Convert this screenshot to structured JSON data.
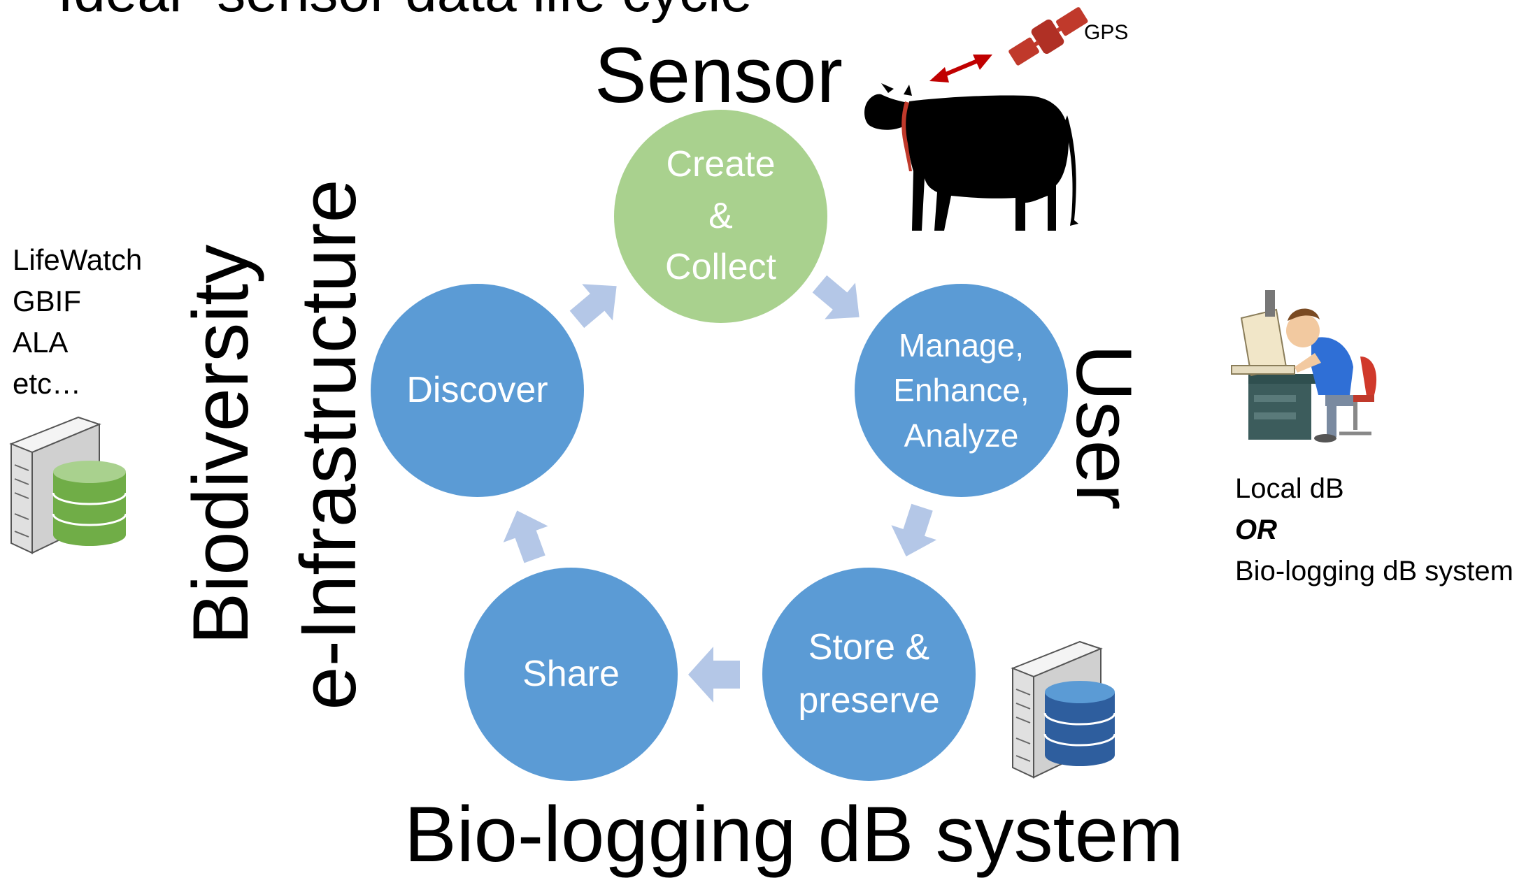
{
  "title": "“Ideal” sensor data life cycle",
  "labels": {
    "sensor": "Sensor",
    "user": "User",
    "biologging": "Bio-logging dB system",
    "infra_line1": "Biodiversity",
    "infra_line2": "e-Infrastructure",
    "gps": "GPS"
  },
  "cycle": {
    "create": [
      "Create",
      "&",
      "Collect"
    ],
    "manage": [
      "Manage,",
      "Enhance,",
      "Analyze"
    ],
    "store": [
      "Store &",
      "preserve"
    ],
    "share": "Share",
    "discover": "Discover"
  },
  "infra_list": [
    "LifeWatch",
    "GBIF",
    "ALA",
    "etc…"
  ],
  "user_db": {
    "line1": "Local dB",
    "line2": "OR",
    "line3": "Bio-logging dB system"
  },
  "icons": {
    "cow": "cow-icon",
    "satellite": "satellite-icon",
    "server_green": "database-server-icon",
    "server_blue": "database-server-icon",
    "user": "user-at-computer-icon"
  },
  "colors": {
    "cycle_blue": "#5b9bd5",
    "cycle_green": "#a9d18e",
    "arrow": "#b4c7e7",
    "gps_red": "#c00000"
  }
}
